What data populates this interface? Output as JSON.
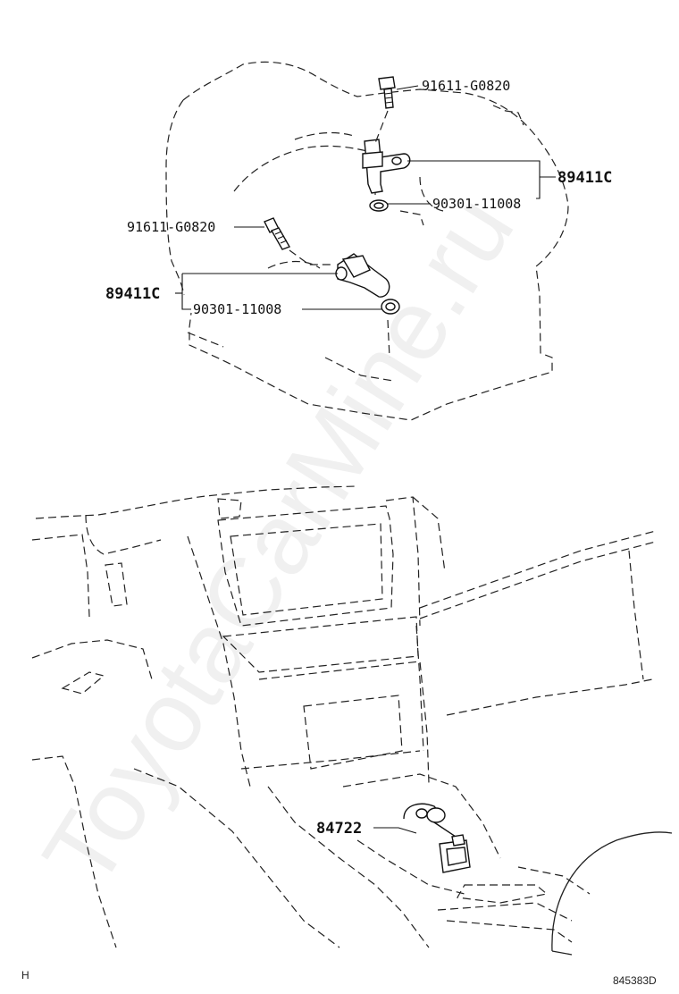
{
  "callouts": {
    "bolt_top": "91611-G0820",
    "assembly_right": "89411C",
    "gasket_right": "90301-11008",
    "bolt_left": "91611-G0820",
    "assembly_left": "89411C",
    "gasket_left": "90301-11008",
    "lower_part": "84722"
  },
  "footer": {
    "left_code": "H",
    "diagram_id": "845383D"
  },
  "watermark": "ToyotaCarMine.ru"
}
